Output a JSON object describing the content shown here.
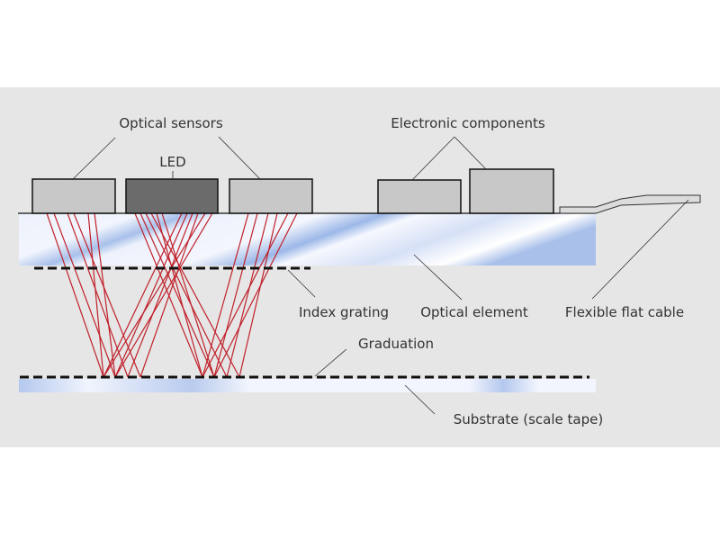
{
  "labels": {
    "optical_sensors": "Optical sensors",
    "led": "LED",
    "electronic_components": "Electronic components",
    "index_grating": "Index grating",
    "optical_element": "Optical element",
    "flexible_flat_cable": "Flexible flat cable",
    "graduation": "Graduation",
    "substrate": "Substrate (scale tape)"
  },
  "colors": {
    "background": "#e6e6e6",
    "ray": "#c0202a",
    "sensor": "#c8c8c8",
    "led": "#6b6b6b",
    "glass": "#b8cdef"
  }
}
